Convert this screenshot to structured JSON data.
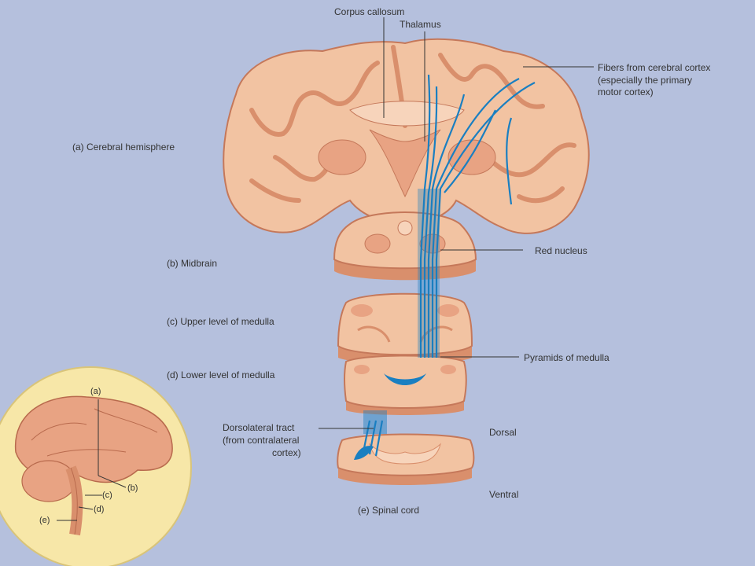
{
  "labels": {
    "corpus_callosum": "Corpus callosum",
    "thalamus": "Thalamus",
    "fibers_cortex": [
      "Fibers from cerebral cortex",
      "(especially the primary",
      "motor cortex)"
    ],
    "cerebral_hemisphere": "(a)  Cerebral hemisphere",
    "midbrain": "(b)  Midbrain",
    "red_nucleus": "Red nucleus",
    "upper_medulla": "(c)  Upper level of medulla",
    "pyramids": "Pyramids of medulla",
    "lower_medulla": "(d)  Lower level of medulla",
    "dorsolateral": [
      "Dorsolateral tract",
      "(from contralateral",
      "cortex)"
    ],
    "dorsal": "Dorsal",
    "ventral": "Ventral",
    "spinal_cord": "(e)  Spinal cord"
  },
  "inset": {
    "a": "(a)",
    "b": "(b)",
    "c": "(c)",
    "d": "(d)",
    "e": "(e)"
  },
  "colors": {
    "background": "#b5c0dd",
    "tissue": "#f2c3a2",
    "tissue_dark": "#d98f6c",
    "tract": "#1a7fc1",
    "inset_bg": "#f7e7a8"
  }
}
